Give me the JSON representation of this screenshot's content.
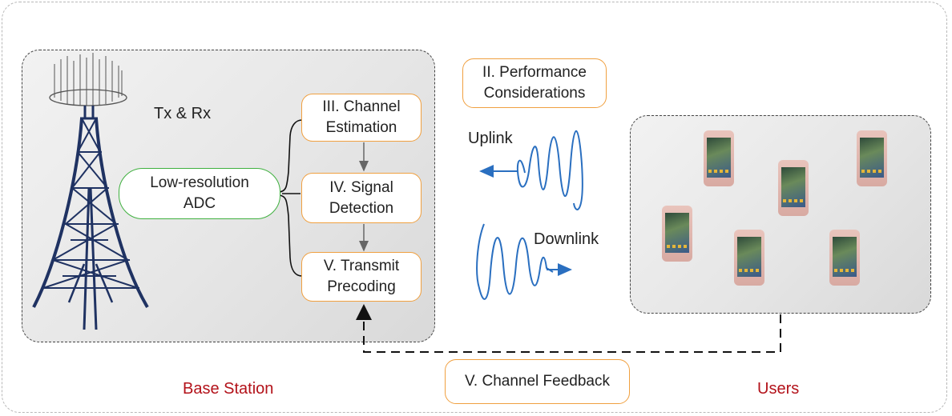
{
  "labels": {
    "tx_rx": "Tx & Rx",
    "adc": "Low-resolution\nADC",
    "channel_estimation": "III. Channel\nEstimation",
    "signal_detection": "IV. Signal\nDetection",
    "transmit_precoding": "V. Transmit\nPrecoding",
    "performance": "II. Performance\nConsiderations",
    "uplink": "Uplink",
    "downlink": "Downlink",
    "feedback": "V. Channel Feedback",
    "base_station": "Base Station",
    "users": "Users"
  },
  "colors": {
    "orange_border": "#f0a040",
    "green_border": "#3fb03f",
    "wave_blue": "#2a6fc0",
    "tower_navy": "#1f3262",
    "caption_red": "#b3121a"
  },
  "icons": [
    "antenna-tower-icon",
    "smartphone-icon",
    "uplink-wave-icon",
    "downlink-wave-icon"
  ]
}
